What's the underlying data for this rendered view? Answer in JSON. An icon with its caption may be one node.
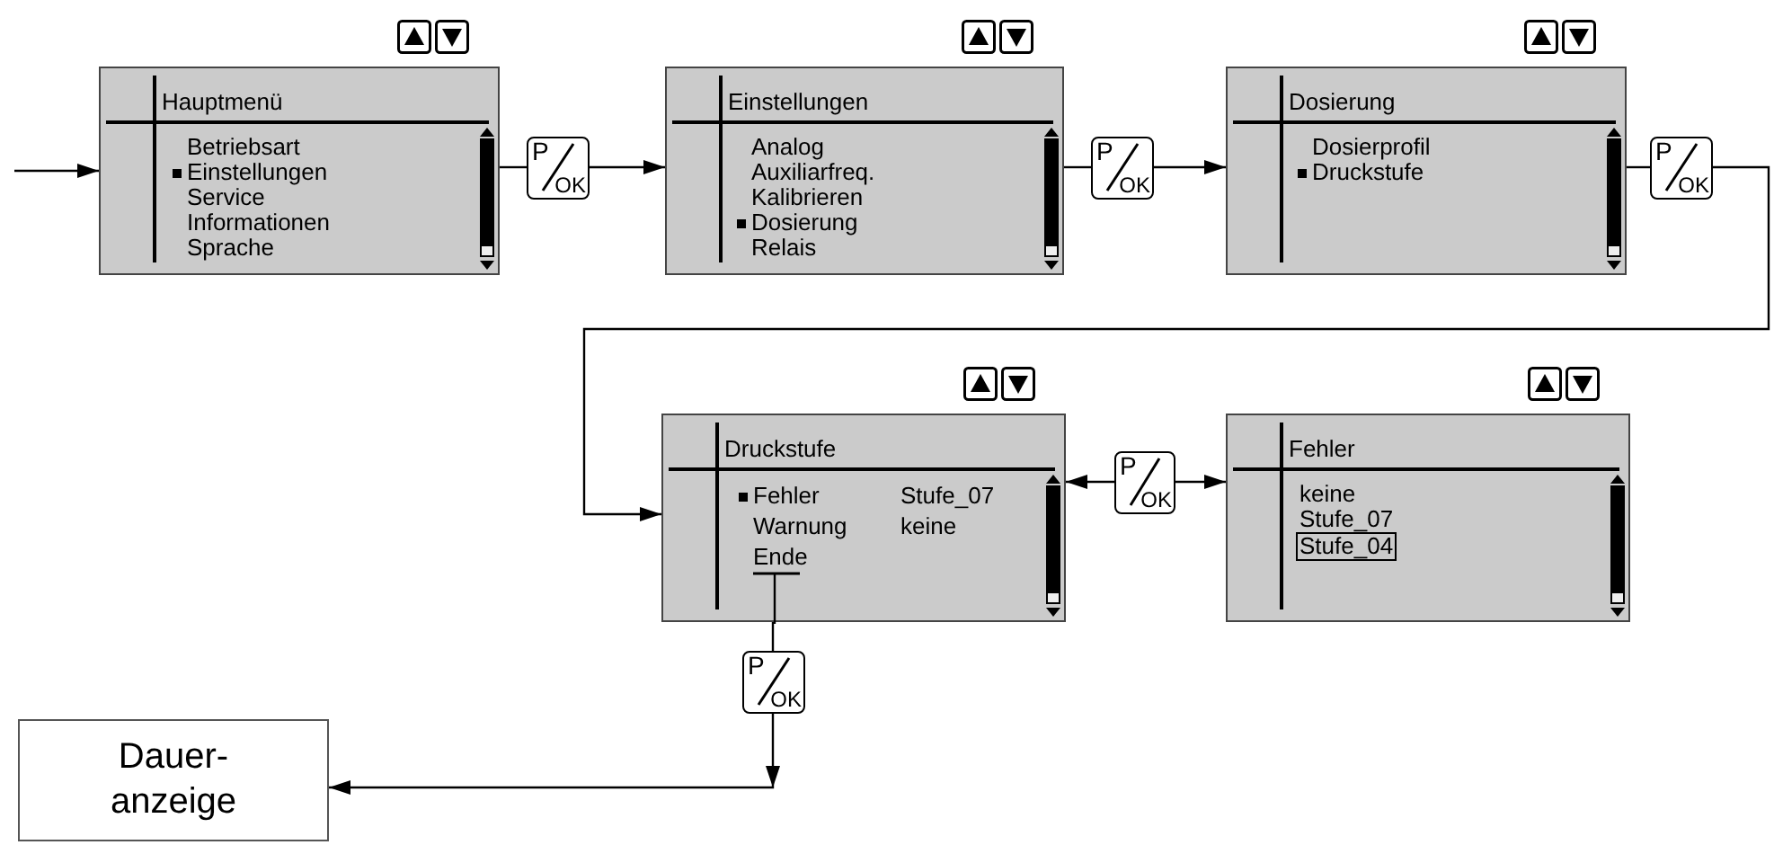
{
  "diagram": {
    "nodes": [
      {
        "text": [
          "Hauptmenü",
          "Betriebsart",
          "Einstellungen",
          "Service",
          "Informationen",
          "Sprache"
        ]
      },
      {
        "text": [
          "P",
          "OK"
        ]
      },
      {
        "text": [
          "Einstellungen",
          "Analog",
          "Auxiliarfreq.",
          "Kalibrieren",
          "Dosierung",
          "Relais"
        ]
      },
      {
        "text": [
          "P",
          "OK"
        ]
      },
      {
        "text": [
          "Dosierung",
          "Dosierprofil",
          "Druckstufe"
        ]
      },
      {
        "text": [
          "P",
          "OK"
        ]
      },
      {
        "text": [
          "Druckstufe",
          "Fehler",
          "Stufe_07",
          "Warnung",
          "keine",
          "Ende"
        ]
      },
      {
        "text": [
          "P",
          "OK"
        ]
      },
      {
        "text": [
          "Fehler",
          "keine",
          "Stufe_07",
          "Stufe_04"
        ]
      },
      {
        "text": [
          "P",
          "OK"
        ]
      },
      {
        "text": [
          "Dauer- anzeige"
        ]
      }
    ],
    "edges": [
      {
        "from": null,
        "to": 0,
        "arrow": "to"
      },
      {
        "from": 0,
        "to": 1,
        "arrow": "none"
      },
      {
        "from": 1,
        "to": 2,
        "arrow": "to"
      },
      {
        "from": 2,
        "to": 3,
        "arrow": "none"
      },
      {
        "from": 3,
        "to": 4,
        "arrow": "to"
      },
      {
        "from": 4,
        "to": 5,
        "arrow": "none"
      },
      {
        "from": 5,
        "to": 6,
        "arrow": "to"
      },
      {
        "from": 7,
        "to": 6,
        "arrow": "to"
      },
      {
        "from": 7,
        "to": 8,
        "arrow": "to"
      },
      {
        "from": 6,
        "to": 9,
        "arrow": "none"
      },
      {
        "from": 9,
        "to": 10,
        "arrow": "to"
      }
    ]
  }
}
